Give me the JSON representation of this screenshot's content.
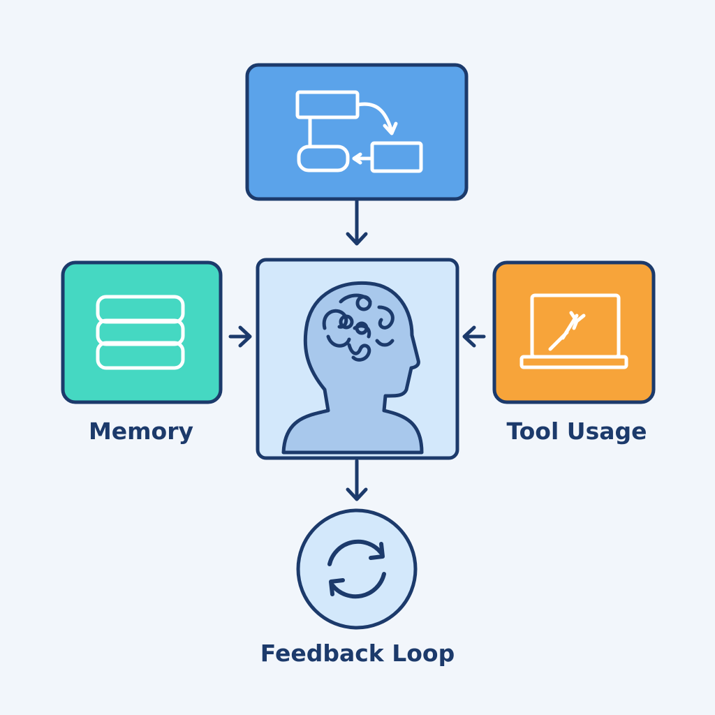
{
  "labels": {
    "memory": "Memory",
    "tool_usage": "Tool Usage",
    "feedback_loop": "Feedback Loop"
  },
  "icons": {
    "planning": "flowchart-icon",
    "memory": "database-stack-icon",
    "agent": "human-head-brain-icon",
    "tool_usage": "laptop-wrench-icon",
    "feedback_loop": "refresh-cycle-icon"
  },
  "colors": {
    "background": "#f2f6fb",
    "outline": "#1c3a6b",
    "planning_fill": "#5ba3ea",
    "memory_fill": "#45d8c2",
    "agent_fill": "#d3e8fb",
    "head_fill": "#a8c8ec",
    "tool_fill": "#f7a43a",
    "feedback_fill": "#d3e8fb"
  }
}
